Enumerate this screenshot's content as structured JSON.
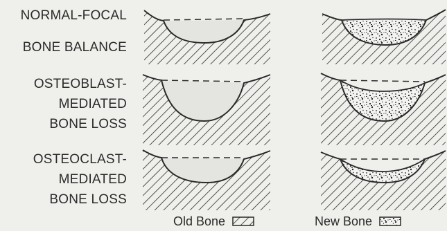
{
  "rows": [
    {
      "label_lines": [
        "NORMAL-FOCAL",
        "BONE BALANCE"
      ]
    },
    {
      "label_lines": [
        "OSTEOBLAST-",
        "MEDIATED",
        "BONE LOSS"
      ]
    },
    {
      "label_lines": [
        "OSTEOCLAST-",
        "MEDIATED",
        "BONE LOSS"
      ]
    }
  ],
  "legend": {
    "old_bone": "Old Bone",
    "new_bone": "New Bone"
  },
  "colors": {
    "background": "#efefec",
    "ink": "#2a2a2a",
    "resorption_cavity": "#e4e4e0"
  }
}
